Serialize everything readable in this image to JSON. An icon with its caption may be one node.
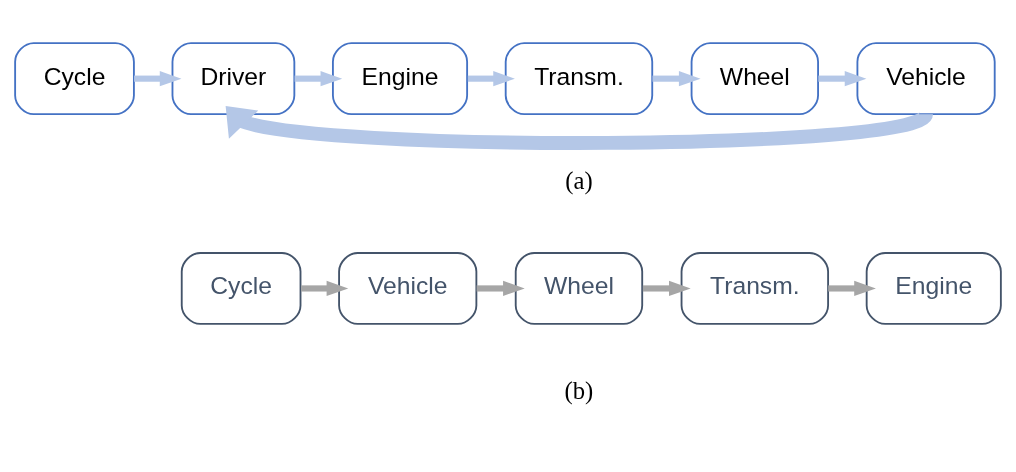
{
  "diagram": {
    "nodes": [
      {
        "text": [
          "Cycle"
        ]
      },
      {
        "text": [
          "Driver"
        ]
      },
      {
        "text": [
          "Engine"
        ]
      },
      {
        "text": [
          "Transm."
        ]
      },
      {
        "text": [
          "Wheel"
        ]
      },
      {
        "text": [
          "Vehicle"
        ]
      },
      {
        "text": [
          "Cycle"
        ]
      },
      {
        "text": [
          "Vehicle"
        ]
      },
      {
        "text": [
          "Wheel"
        ]
      },
      {
        "text": [
          "Transm."
        ]
      },
      {
        "text": [
          "Engine"
        ]
      }
    ],
    "edges": [
      {
        "from": 0,
        "to": 1,
        "arrow": "to"
      },
      {
        "from": 1,
        "to": 2,
        "arrow": "to"
      },
      {
        "from": 2,
        "to": 3,
        "arrow": "to"
      },
      {
        "from": 3,
        "to": 4,
        "arrow": "to"
      },
      {
        "from": 4,
        "to": 5,
        "arrow": "to"
      },
      {
        "from": 5,
        "to": 1,
        "arrow": "to",
        "style": "thick"
      },
      {
        "from": 6,
        "to": 7,
        "arrow": "to",
        "color": "#a6a6a6"
      },
      {
        "from": 7,
        "to": 8,
        "arrow": "to",
        "color": "#a6a6a6"
      },
      {
        "from": 8,
        "to": 9,
        "arrow": "to",
        "color": "#a6a6a6"
      },
      {
        "from": 9,
        "to": 10,
        "arrow": "to",
        "color": "#a6a6a6"
      }
    ],
    "labels": [
      "(a)",
      "(b)"
    ]
  }
}
